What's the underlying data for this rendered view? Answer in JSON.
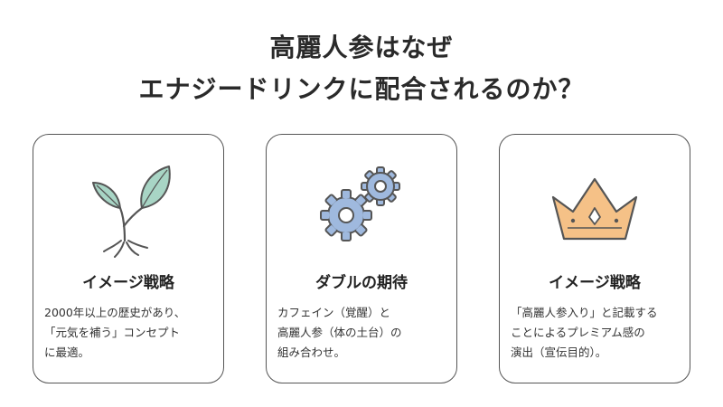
{
  "title": {
    "line1": "高麗人参はなぜ",
    "line2": "エナジードリンクに配合されるのか？"
  },
  "cards": [
    {
      "icon": "sprout-icon",
      "heading": "イメージ戦略",
      "lines": [
        "2000年以上の歴史があり、",
        "「元気を補う」コンセプト",
        "に最適。"
      ]
    },
    {
      "icon": "gears-icon",
      "heading": "ダブルの期待",
      "lines": [
        "カフェイン（覚醒）と",
        "高麗人参（体の土台）の",
        "組み合わせ。"
      ]
    },
    {
      "icon": "crown-icon",
      "heading": "イメージ戦略",
      "lines": [
        "「高麗人参入り」と記載する",
        "ことによるプレミアム感の",
        "演出（宣伝目的）。"
      ]
    }
  ],
  "colors": {
    "leaf": "#a8d5c5",
    "gear": "#9fb9de",
    "crown": "#f5c187",
    "outline": "#555555"
  }
}
